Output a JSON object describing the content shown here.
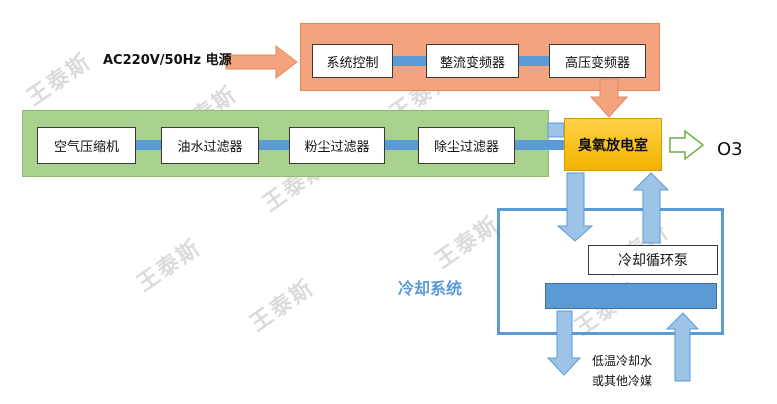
{
  "power": {
    "label": "AC220V/50Hz 电源"
  },
  "control": {
    "blocks": [
      "系统控制",
      "整流变频器",
      "高压变频器"
    ]
  },
  "feed": {
    "blocks": [
      "空气压缩机",
      "油水过滤器",
      "粉尘过滤器",
      "除尘过滤器"
    ]
  },
  "chamber": {
    "label": "臭氧放电室"
  },
  "output": {
    "label": "O3"
  },
  "cooling": {
    "title": "冷却系统",
    "pump": "冷却循环泵",
    "coolant_line1": "低温冷却水",
    "coolant_line2": "或其他冷媒"
  },
  "watermark": {
    "text": "王泰斯"
  },
  "colors": {
    "control_panel": "#f4a37f",
    "feed_panel": "#a9d18e",
    "chamber": "#ffc000",
    "cooling_accent": "#5b9bd5",
    "arrow_blue": "#9dc3e6"
  }
}
